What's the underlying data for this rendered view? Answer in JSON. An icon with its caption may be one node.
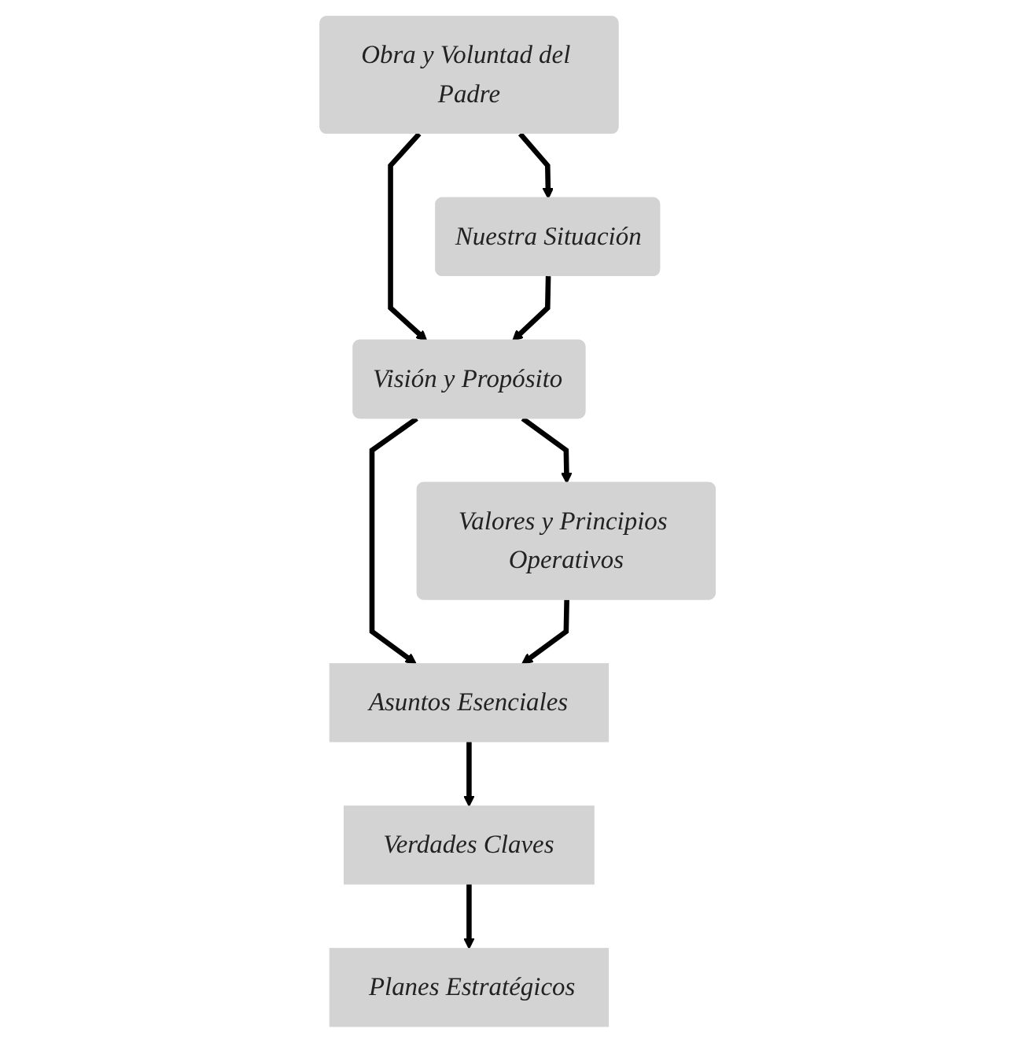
{
  "diagram": {
    "nodes": [
      {
        "text": [
          "Obra y Voluntad del Padre"
        ]
      },
      {
        "text": [
          "Nuestra Situación"
        ]
      },
      {
        "text": [
          "Visión y Propósito"
        ]
      },
      {
        "text": [
          "Valores y Principios Operativos"
        ]
      },
      {
        "text": [
          "Asuntos Esenciales"
        ]
      },
      {
        "text": [
          "Verdades Claves"
        ]
      },
      {
        "text": [
          "Planes Estratégicos"
        ]
      }
    ],
    "edges": [
      {
        "from": 0,
        "to": 2,
        "arrow": "to"
      },
      {
        "from": 0,
        "to": 1,
        "arrow": "to"
      },
      {
        "from": 1,
        "to": 2,
        "arrow": "to"
      },
      {
        "from": 2,
        "to": 4,
        "arrow": "to"
      },
      {
        "from": 2,
        "to": 3,
        "arrow": "to"
      },
      {
        "from": 3,
        "to": 4,
        "arrow": "to"
      },
      {
        "from": 4,
        "to": 5,
        "arrow": "to"
      },
      {
        "from": 5,
        "to": 6,
        "arrow": "to"
      }
    ]
  }
}
